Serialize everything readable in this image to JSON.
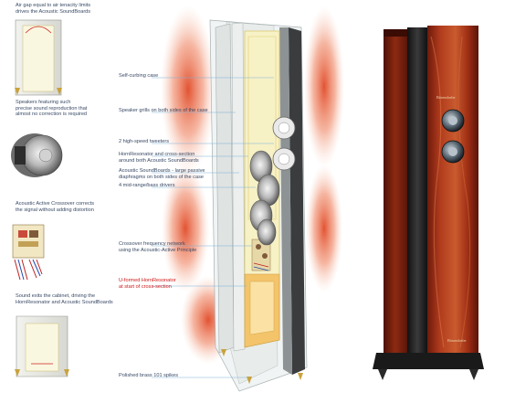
{
  "left_captions": {
    "air_gap": "Air gap equal to air tenacity limits\ndrives the Acoustic SoundBoards",
    "speakers": "Speakers featuring such\nprecise sound reproduction that\nalmost no correction is required",
    "crossover": "Acoustic Active Crossover corrects\nthe signal without adding distortion",
    "sound_exit": "Sound exits the cabinet, driving the\nHornResonator and Acoustic SoundBoards"
  },
  "callouts": {
    "self_curbing": "Self-curbing case",
    "grills": "Speaker grills on both sides of the case",
    "tweeters": "2 high-speed tweeters",
    "horn_resonator": "HornResonator and cross-section\naround both Acoustic SoundBoards",
    "soundboards": "Acoustic SoundBoards - large passive\ndiaphragms on both sides of the case",
    "drivers": "4 mid-range/bass drivers",
    "crossover_network": "Crossover frequency network\nusing the Acoustic-Active Principle",
    "u_formed": "U-formed HornResonator\nat start of cross-section",
    "spikes": "Polished brass 101 spikes"
  },
  "brand": {
    "top": "Bösendorfer",
    "bottom": "Bösendorfer"
  },
  "colors": {
    "caption": "#3a4a66",
    "highlight": "#d01818",
    "leader": "#7fb2d8",
    "wood": "#a8331a",
    "glow": "#e85a38"
  },
  "icons": [
    "tweeter-icon",
    "woofer-icon",
    "spike-icon",
    "crossover-board-icon"
  ]
}
